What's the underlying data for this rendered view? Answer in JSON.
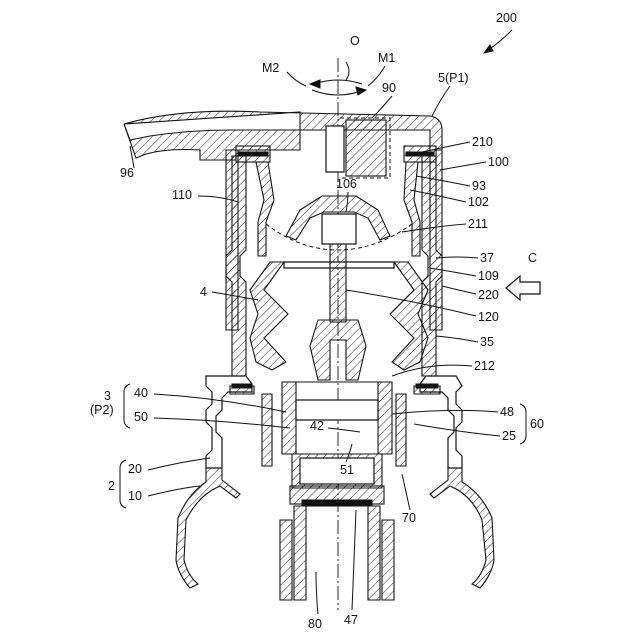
{
  "figure": {
    "number": "200",
    "labels": {
      "O": "O",
      "M1": "M1",
      "M2": "M2",
      "n90": "90",
      "n5": "5(P1)",
      "n96": "96",
      "n210": "210",
      "n100": "100",
      "n110": "110",
      "n106": "106",
      "n93": "93",
      "n102": "102",
      "n211": "211",
      "n37": "37",
      "n109": "109",
      "C": "C",
      "n4": "4",
      "n220": "220",
      "n120": "120",
      "n35": "35",
      "n212": "212",
      "n3": "3",
      "nP2": "(P2)",
      "n40": "40",
      "n50": "50",
      "n48": "48",
      "n60": "60",
      "n42": "42",
      "n25": "25",
      "n2": "2",
      "n20": "20",
      "n10": "10",
      "n51": "51",
      "n70": "70",
      "n80": "80",
      "n47": "47"
    }
  }
}
